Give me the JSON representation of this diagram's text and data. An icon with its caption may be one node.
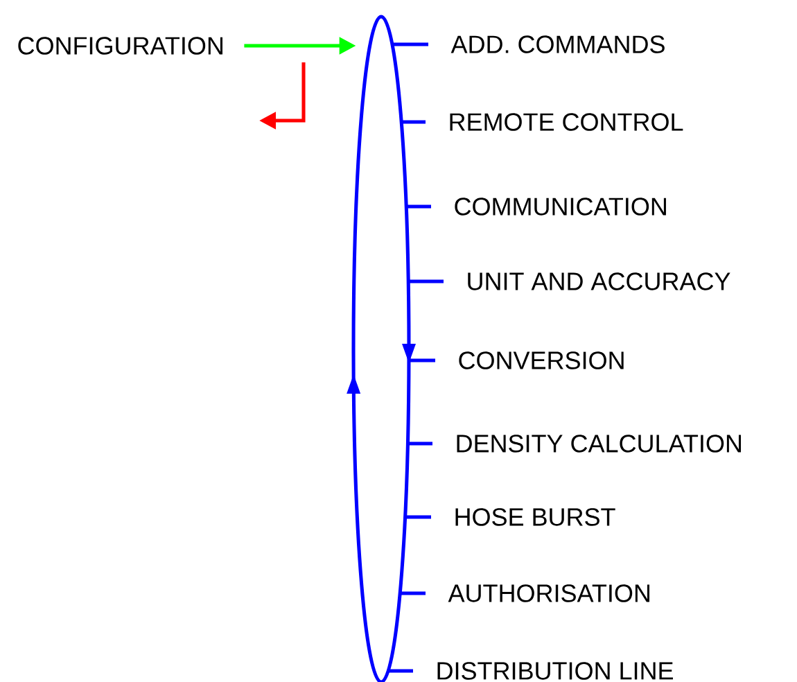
{
  "diagram": {
    "nodes": [
      {
        "text": [
          "CONFIGURATION"
        ]
      },
      {
        "text": [],
        "shape": "ellipse"
      },
      {
        "text": [
          "ADD. COMMANDS"
        ]
      },
      {
        "text": [
          "REMOTE CONTROL"
        ]
      },
      {
        "text": [
          "COMMUNICATION"
        ]
      },
      {
        "text": [
          "UNIT AND ACCURACY"
        ]
      },
      {
        "text": [
          "CONVERSION"
        ]
      },
      {
        "text": [
          "DENSITY CALCULATION"
        ]
      },
      {
        "text": [
          "HOSE BURST"
        ]
      },
      {
        "text": [
          "AUTHORISATION"
        ]
      },
      {
        "text": [
          "DISTRIBUTION LINE"
        ]
      }
    ],
    "edges": [
      {
        "from": 0,
        "to": 1,
        "arrow": "to",
        "color": "#00ff00"
      },
      {
        "from": 1,
        "to": 2,
        "arrow": "none"
      },
      {
        "from": 1,
        "to": 3,
        "arrow": "none"
      },
      {
        "from": 1,
        "to": 4,
        "arrow": "none"
      },
      {
        "from": 1,
        "to": 5,
        "arrow": "none"
      },
      {
        "from": 1,
        "to": 6,
        "arrow": "none"
      },
      {
        "from": 1,
        "to": 7,
        "arrow": "none"
      },
      {
        "from": 1,
        "to": 8,
        "arrow": "none"
      },
      {
        "from": 1,
        "to": 9,
        "arrow": "none"
      },
      {
        "from": 1,
        "to": 10,
        "arrow": "none"
      }
    ]
  }
}
